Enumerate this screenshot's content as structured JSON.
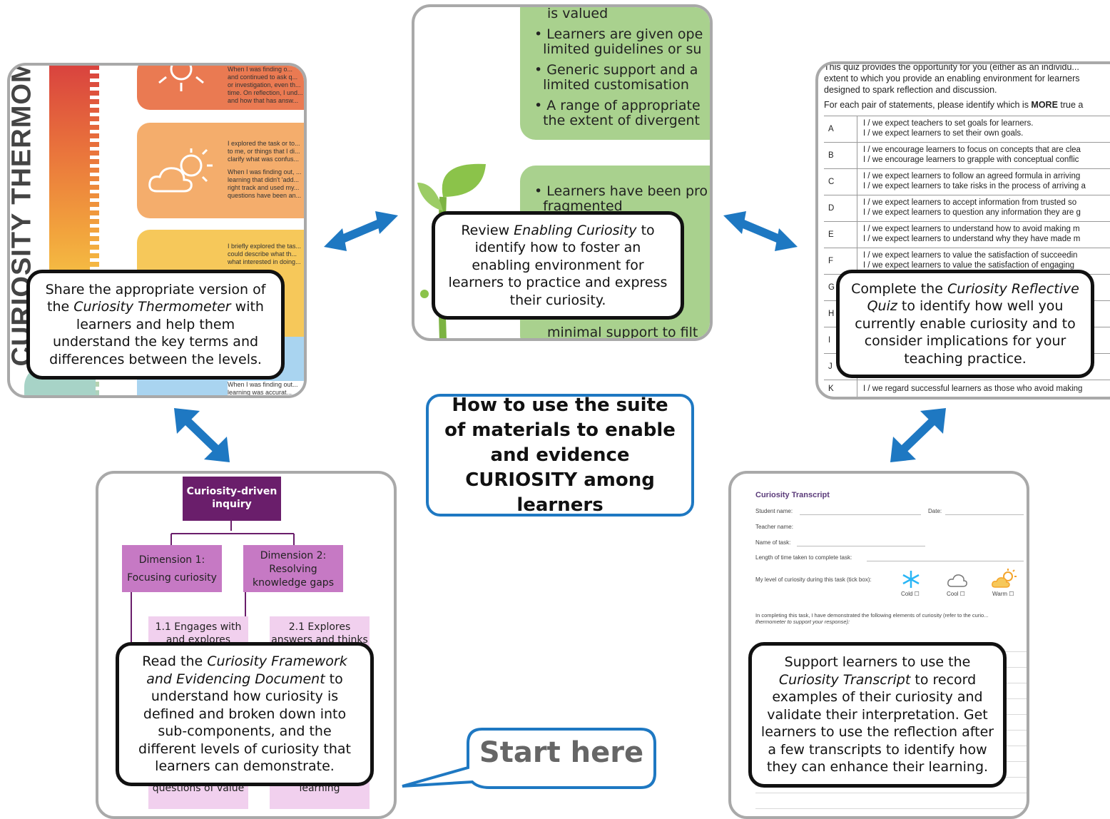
{
  "center_title": "How to use the suite of materials to enable and evidence CURIOSITY among learners",
  "start_here": "Start here",
  "colors": {
    "accent_blue": "#1e78c2",
    "frame_grey": "#a9a9a9",
    "callout_border": "#111111"
  },
  "thermometer": {
    "vertical_title": "CURIOSITY THERMOME",
    "level1_text": "When I was finding o... and continued to ask q... or investigation, even th... time. On reflection, I und... and how that has answ...",
    "level2_text_a": "I explored the task or to... to me, or things that I di... clarify what was confus...",
    "level2_text_b": "When I was finding out, ... learning that didn't 'add... right track and used my... questions have been an...",
    "level3_text": "I briefly explored the tas... could describe what th... what interested in doing...",
    "level4_text": "When I was finding out... learning was accurat...",
    "callout_pre": "Share the appropriate version of the ",
    "callout_italic": "Curiosity Thermometer",
    "callout_post": " with learners and help them understand the key terms and differences between the levels."
  },
  "enabling": {
    "top_fragment": "is valued",
    "bullets_top": [
      "Learners are given ope... limited guidelines or su...",
      "Generic support and a... limited customisation",
      "A range of appropriate... the extent of divergent..."
    ],
    "bullet_1a": "Learners are given ope",
    "bullet_1b": "limited guidelines or su",
    "bullet_2a": "Generic support and a",
    "bullet_2b": "limited customisation",
    "bullet_3a": "A range of appropriate",
    "bullet_3b": "the extent of divergent",
    "bullet_4a": "Learners have been pro",
    "bullet_4b": "fragmented",
    "bullet_5a": "minimal support to filt",
    "callout_pre": "Review ",
    "callout_italic": "Enabling Curiosity",
    "callout_post": " to identify how to foster an enabling environment for learners to practice and express their curiosity."
  },
  "quiz": {
    "intro_line1": "This quiz provides the opportunity for you (either as an individu...",
    "intro_line2": "extent to which you provide an enabling environment for learners",
    "intro_line3": "designed to spark reflection and discussion.",
    "instruction_pre": "For each pair of statements, please identify which is ",
    "instruction_bold": "MORE",
    "instruction_post": " true a",
    "rows": [
      {
        "letter": "A",
        "line1": "I / we expect teachers to set goals for learners.",
        "line2": "I / we expect learners to set their own goals."
      },
      {
        "letter": "B",
        "line1": "I / we encourage learners to focus on concepts that are clea",
        "line2": "I / we encourage learners to grapple with conceptual conflic"
      },
      {
        "letter": "C",
        "line1": "I / we expect learners to follow an agreed formula in arriving",
        "line2": "I / we expect learners to take risks in the process of arriving a"
      },
      {
        "letter": "D",
        "line1": "I / we expect learners to accept information from trusted so",
        "line2": "I / we expect learners to question any information they are g"
      },
      {
        "letter": "E",
        "line1": "I / we expect learners to understand how to avoid making m",
        "line2": "I / we expect learners to understand why they have made m"
      },
      {
        "letter": "F",
        "line1": "I / we expect learners to value the satisfaction of succeedin",
        "line2": "I / we expect learners to value the satisfaction of engaging"
      },
      {
        "letter": "G",
        "line1": "",
        "line2": ""
      },
      {
        "letter": "H",
        "line1": "",
        "line2": ""
      },
      {
        "letter": "I",
        "line1": "",
        "line2": ""
      },
      {
        "letter": "J",
        "line1": "",
        "line2": ""
      },
      {
        "letter": "K",
        "line1": "I / we regard successful learners as those who avoid making",
        "line2": ""
      }
    ],
    "callout_pre": "Complete the ",
    "callout_italic": "Curiosity Reflective Quiz",
    "callout_post": " to identify how well you currently enable curiosity and to consider implications for your teaching practice."
  },
  "framework": {
    "root": "Curiosity-driven inquiry",
    "dim1_title": "Dimension 1:",
    "dim1_sub": "Focusing curiosity",
    "dim2_title": "Dimension 2:",
    "dim2_sub": "Resolving knowledge gaps",
    "sub1": "1.1 Engages with and explores",
    "sub2": "2.1 Explores answers and thinks",
    "bottom1": "questions of value",
    "bottom2": "learning",
    "callout_pre": "Read the ",
    "callout_italic": "Curiosity Framework and Evidencing Document",
    "callout_post": " to understand how curiosity is defined and broken down into sub-components, and the different levels of curiosity that learners can demonstrate."
  },
  "transcript": {
    "title": "Curiosity Transcript",
    "student_name": "Student name:",
    "date": "Date:",
    "teacher_name": "Teacher name:",
    "name_of_task": "Name of task:",
    "length": "Length of time taken to complete task:",
    "level_label": "My level of curiosity during this task (tick box):",
    "cold": "Cold",
    "cool": "Cool",
    "warm": "Warm",
    "demonstrated": "In completing this task, I have demonstrated the following elements of curiosity (refer to the curio...",
    "demonstrated2": "thermometer to support your response):",
    "callout_pre": "Support learners to use the ",
    "callout_italic": "Curiosity Transcript",
    "callout_post": " to record examples of their curiosity and validate their interpretation. Get learners to use the reflection after a few transcripts to identify how they can enhance their learning."
  }
}
